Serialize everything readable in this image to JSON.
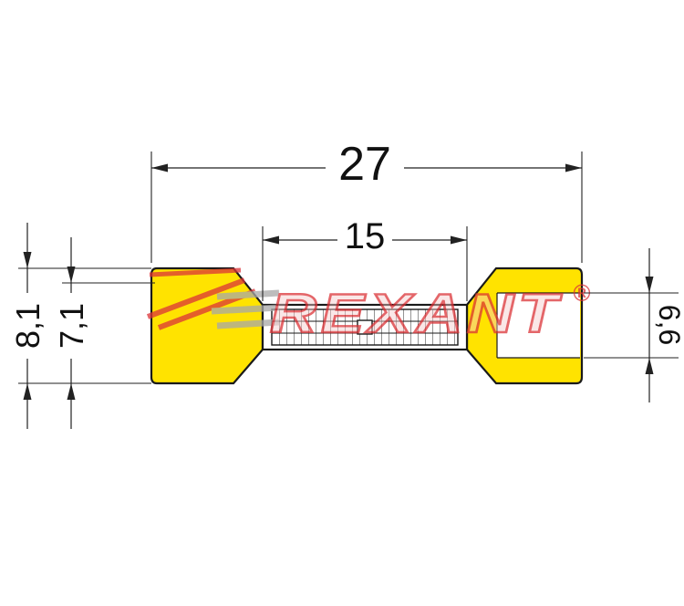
{
  "drawing": {
    "dimensions": {
      "overall_length": "27",
      "crimp_barrel_length": "15",
      "left_outer_height": "8,1",
      "left_inner_height": "7,1",
      "right_opening_height": "6,6"
    },
    "watermark": {
      "brand": "REXANT",
      "registered_mark": "®"
    },
    "colors": {
      "sleeve_yellow": "#FFE300",
      "outline_black": "#1A1A1A",
      "dimension_gray": "#222222",
      "brand_red": "#DB3338",
      "brand_gray": "#A8A8A8",
      "background_white": "#FFFFFF"
    }
  }
}
